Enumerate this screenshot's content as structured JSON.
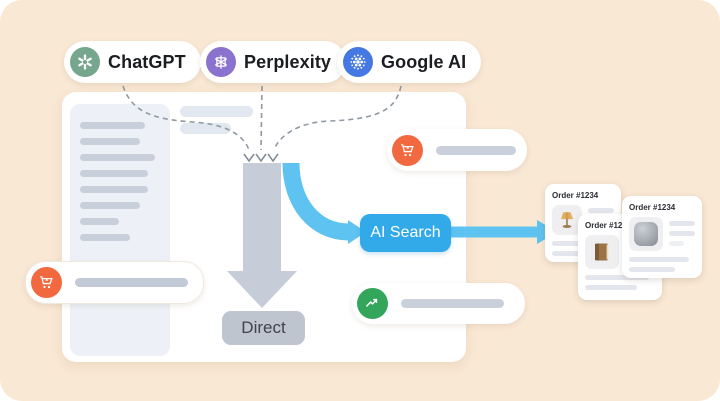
{
  "platforms": [
    {
      "label": "ChatGPT",
      "icon": "openai-icon",
      "icon_color": "#76a68e"
    },
    {
      "label": "Perplexity",
      "icon": "perplexity-icon",
      "icon_color": "#8a72cf"
    },
    {
      "label": "Google AI",
      "icon": "google-ai-icon",
      "icon_color": "#4678e3"
    }
  ],
  "flow": {
    "ai_search_label": "AI Search",
    "direct_label": "Direct"
  },
  "orders": [
    {
      "title": "Order #1234",
      "product": "lamp"
    },
    {
      "title": "Order #1234",
      "product": "book"
    },
    {
      "title": "Order #1234",
      "product": "speaker"
    }
  ],
  "notifications": [
    {
      "icon": "cart-icon",
      "color": "#f2693f",
      "position": "top-right"
    },
    {
      "icon": "trend-up-icon",
      "color": "#33a65c",
      "position": "bottom-right"
    },
    {
      "icon": "cart-icon",
      "color": "#f2693f",
      "position": "bottom-left"
    }
  ],
  "colors": {
    "background": "#f9e8d4",
    "panel": "#ffffff",
    "sidebar": "#edf1f7",
    "arrow_gray": "#c6cdd9",
    "direct_badge_bg": "#bec5cf",
    "ai_search_blue": "#32a9e8",
    "flow_arrow_blue": "#5ec3f1",
    "dashed_connector": "#8f98a3",
    "cart_orange": "#f2693f",
    "trend_green": "#33a65c"
  }
}
